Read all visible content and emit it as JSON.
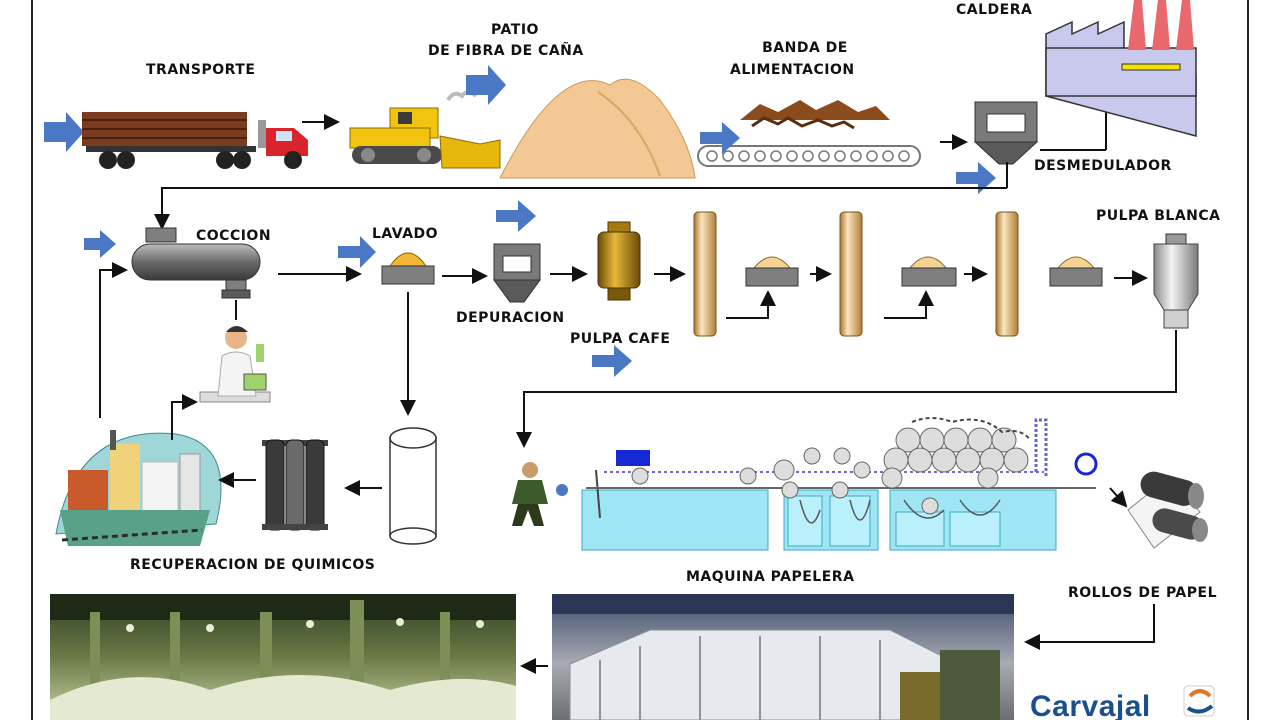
{
  "labels": {
    "transporte": "TRANSPORTE",
    "patio_1": "PATIO",
    "patio_2": "DE FIBRA DE CAÑA",
    "banda_1": "BANDA DE",
    "banda_2": "ALIMENTACION",
    "caldera": "CALDERA",
    "desmedulador": "DESMEDULADOR",
    "coccion": "COCCION",
    "lavado": "LAVADO",
    "depuracion": "DEPURACION",
    "pulpa_cafe": "PULPA CAFE",
    "pulpa_blanca": "PULPA BLANCA",
    "recuperacion": "RECUPERACION DE QUIMICOS",
    "maquina": "MAQUINA PAPELERA",
    "rollos": "ROLLOS DE PAPEL"
  },
  "logo": {
    "text": "Carvajal"
  },
  "icons": {
    "input_arrow": "blue-arrow-icon",
    "flow_arrow": "black-arrow-icon"
  },
  "colors": {
    "input_arrow": "#4a78c4",
    "truck_cab": "#d8242a",
    "logs": "#7a3b1f",
    "bulldozer": "#f2c40f",
    "fiber_pile": "#f4c894",
    "boiler": "#c9c9ee",
    "chimney": "#e8686c",
    "tank": "#7f7f7f",
    "bleach_tower": "#f2d8a8",
    "paper_machine_water": "#9fe6f5",
    "logo": "#1a4f8c"
  }
}
